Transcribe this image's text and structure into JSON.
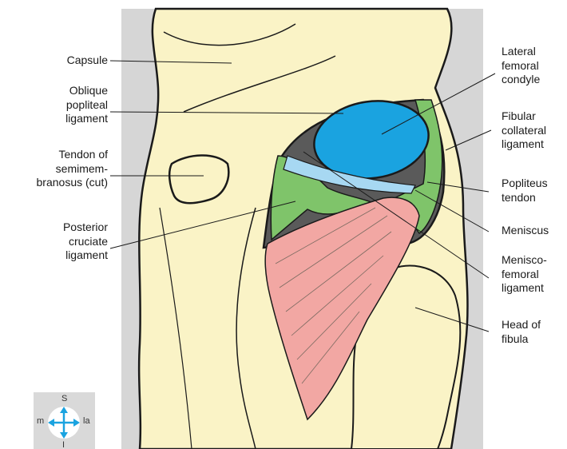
{
  "labels": {
    "capsule": "Capsule",
    "oblique": "Oblique\npopliteal\nligament",
    "tendon_semi": "Tendon of\nsemimem-\nbranosus (cut)",
    "posterior_cruciate": "Posterior\ncruciate\nligament",
    "lateral_femoral": "Lateral\nfemoral\ncondyle",
    "fibular_collateral": "Fibular\ncollateral\nligament",
    "popliteus": "Popliteus\ntendon",
    "meniscus": "Meniscus",
    "meniscofemoral": "Menisco-\nfemoral\nligament",
    "head_fibula": "Head of\nfibula"
  },
  "compass": {
    "superior": "S",
    "inferior": "I",
    "medial": "m",
    "lateral": "la"
  },
  "colors": {
    "bone": "#faf3c6",
    "background": "#d6d6d6",
    "condyle_blue": "#1aa3e0",
    "light_blue": "#a7d8f2",
    "ligament_green": "#7fc46a",
    "muscle_pink": "#f2a7a3",
    "compass_arrow": "#1aa3e0"
  }
}
